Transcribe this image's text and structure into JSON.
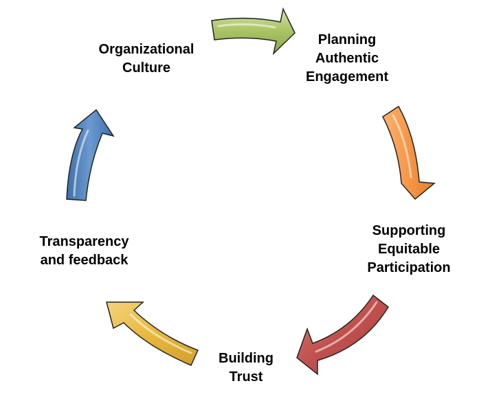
{
  "stages": [
    {
      "lines": [
        "Organizational",
        "Culture"
      ]
    },
    {
      "lines": [
        "Planning",
        "Authentic",
        "Engagement"
      ]
    },
    {
      "lines": [
        "Supporting",
        "Equitable",
        "Participation"
      ]
    },
    {
      "lines": [
        "Building",
        "Trust"
      ]
    },
    {
      "lines": [
        "Transparency",
        "and feedback"
      ]
    }
  ],
  "arrows": [
    {
      "name": "green",
      "color": "#9bbb59"
    },
    {
      "name": "orange",
      "color": "#f79646"
    },
    {
      "name": "red",
      "color": "#c0504d"
    },
    {
      "name": "yellow",
      "color": "#e8b83e"
    },
    {
      "name": "blue",
      "color": "#4f81bd"
    }
  ]
}
